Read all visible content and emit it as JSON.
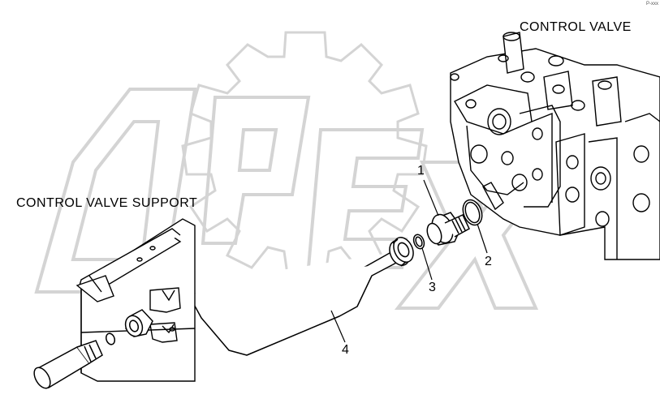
{
  "labels": {
    "control_valve": "CONTROL VALVE",
    "control_valve_support": "CONTROL VALVE SUPPORT",
    "corner_mark": "P-xxx"
  },
  "callouts": [
    "1",
    "2",
    "3",
    "4"
  ],
  "watermark": {
    "text": "OPEX"
  },
  "colors": {
    "line": "#000000",
    "watermark": "#d9d9d9",
    "background": "#ffffff"
  }
}
